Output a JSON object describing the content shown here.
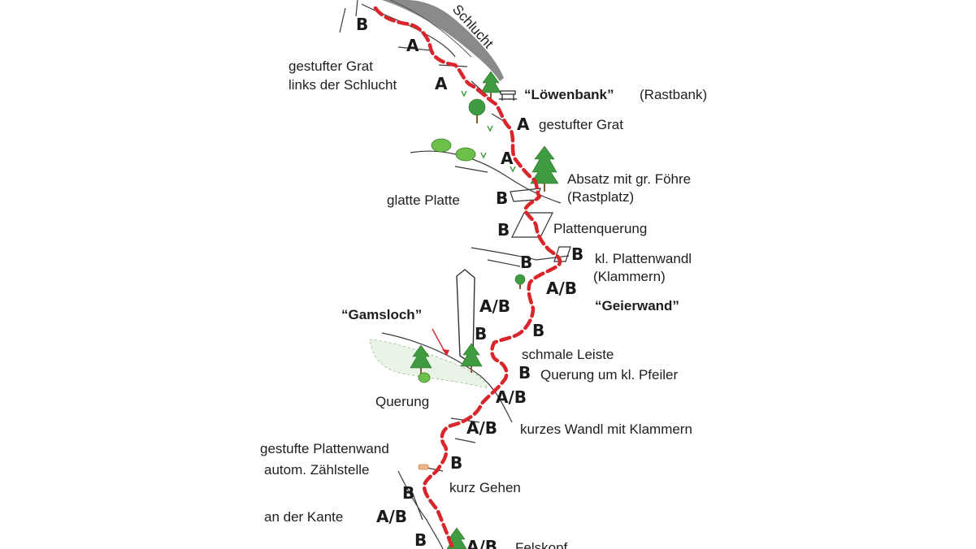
{
  "labels": {
    "schlucht": "Schlucht",
    "gestufter_grat_links_1": "gestufter Grat",
    "gestufter_grat_links_2": "links der Schlucht",
    "loewenbank": "“Löwenbank”",
    "rastbank": "(Rastbank)",
    "gestufter_grat": "gestufter Grat",
    "absatz_1": "Absatz mit gr. Föhre",
    "absatz_2": "(Rastplatz)",
    "glatte_platte": "glatte Platte",
    "plattenquerung": "Plattenquerung",
    "plattenwandl_1": "kl. Plattenwandl",
    "plattenwandl_2": "(Klammern)",
    "geierwand": "“Geierwand”",
    "gamsloch": "“Gamsloch”",
    "schmale_leiste": "schmale Leiste",
    "querung_pfeiler": "Querung um kl. Pfeiler",
    "querung": "Querung",
    "kurzes_wandl": "kurzes Wandl mit Klammern",
    "gestufte_plattenwand": "gestufte Plattenwand",
    "zaehlstelle": "autom. Zählstelle",
    "kurz_gehen": "kurz Gehen",
    "an_der_kante": "an der Kante",
    "felskopf": "Felskopf"
  },
  "grades": {
    "g1": "B",
    "g2": "A",
    "g3": "A",
    "g4": "A",
    "g5": "A",
    "g6": "B",
    "g7": "B",
    "g8": "B",
    "g9": "B",
    "g10": "A/B",
    "g11": "A/B",
    "g12": "B",
    "g13": "B",
    "g14": "B",
    "g15": "A/B",
    "g16": "A/B",
    "g17": "B",
    "g18": "B",
    "g19": "A/B",
    "g20": "B",
    "g21": "A/B"
  },
  "colors": {
    "route": "#d9262c",
    "tree": "#3f9b3f",
    "rock": "#3a3a3a",
    "gully": "#8a8a8a"
  },
  "icons": {
    "tree": "fir-tree-icon",
    "bench": "bench-icon",
    "counter": "counter-icon"
  }
}
